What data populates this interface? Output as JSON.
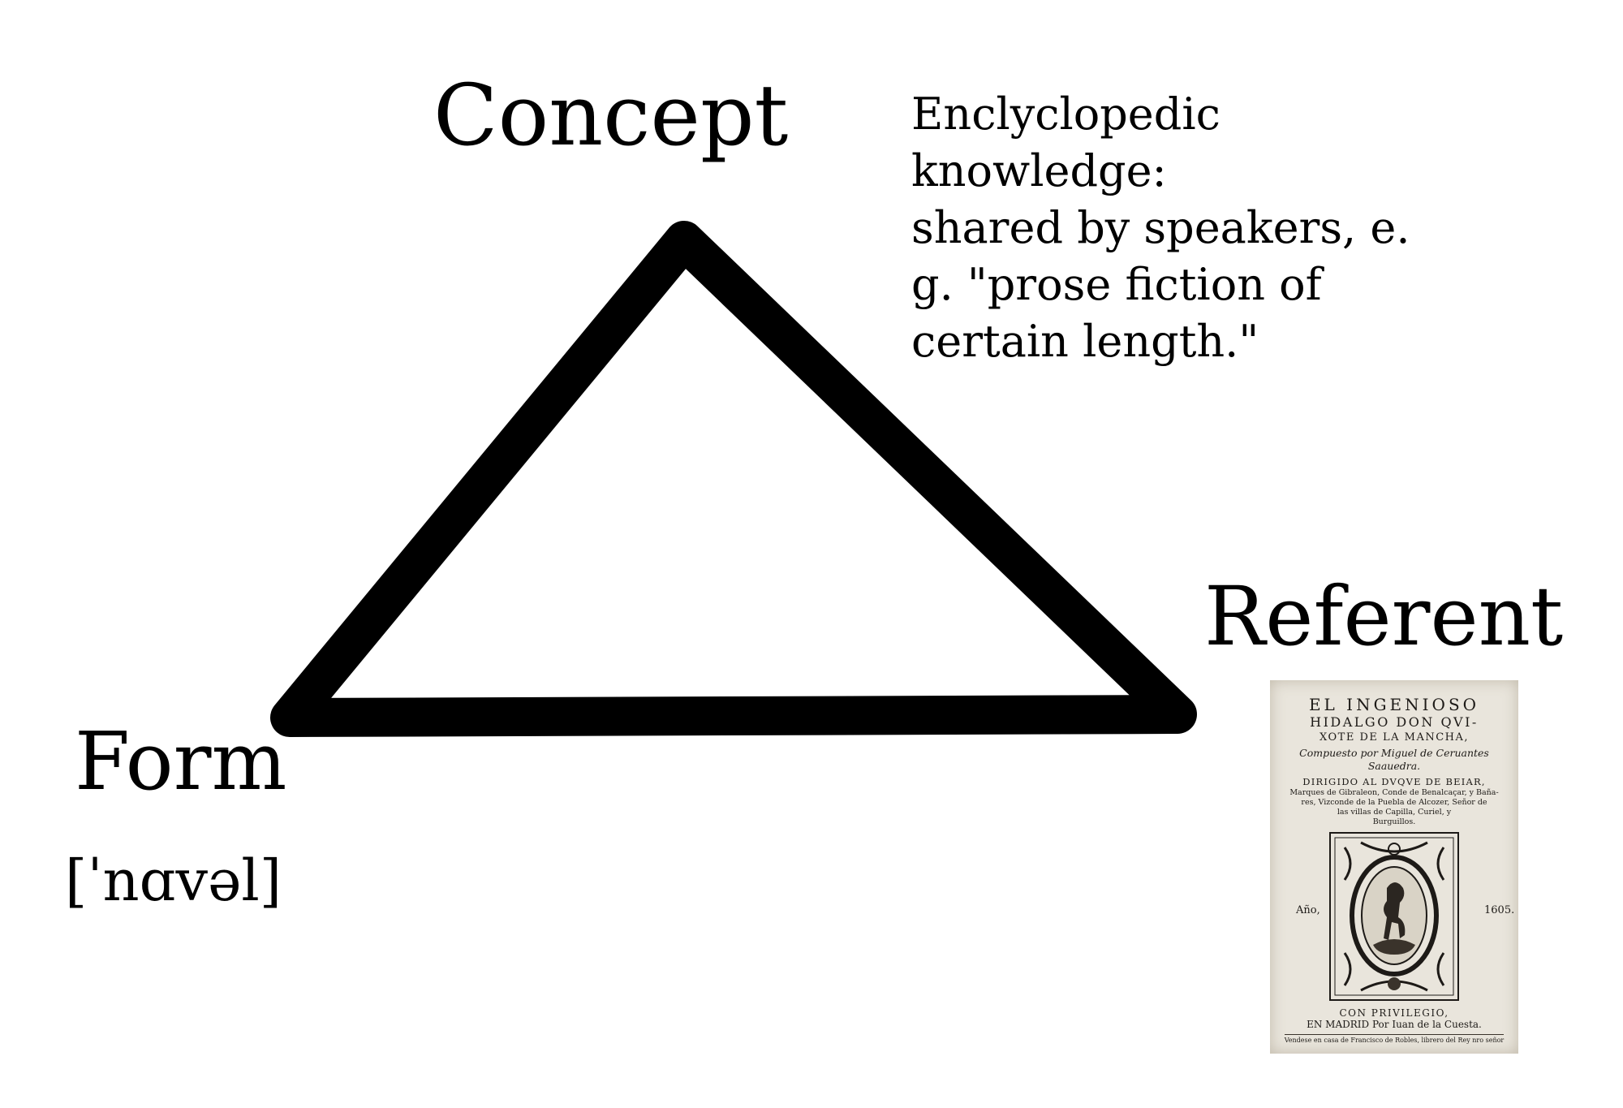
{
  "diagram": {
    "nodes": {
      "concept": "Concept",
      "referent": "Referent",
      "form": "Form",
      "form_ipa": "[ˈnɑvəl]"
    },
    "encyclopedic_note": {
      "lines": [
        "Enclyclopedic",
        "knowledge:",
        "shared by speakers, e.",
        "g. \"prose fiction of",
        "certain length.\""
      ]
    },
    "triangle_color": "#000000"
  },
  "book_title_page": {
    "title_lines": [
      "EL INGENIOSO",
      "HIDALGO DON QVI-",
      "XOTE DE LA MANCHA,"
    ],
    "author_lines": [
      "Compuesto por Miguel de Ceruantes",
      "Saauedra."
    ],
    "dedication_lines": [
      "DIRIGIDO AL DVQVE DE BEIAR,",
      "Marques de Gibraleon, Conde de Benalcaçar, y Baña-",
      "res, Vizconde de la Puebla de Alcozer, Señor de",
      "las villas de Capilla, Curiel, y",
      "Burguillos."
    ],
    "year_left": "Año,",
    "year_right": "1605.",
    "privilege": "CON PRIVILEGIO,",
    "imprint": "EN MADRID Por Iuan de la Cuesta.",
    "seller": "Vendese en casa de Francisco de Robles, librero del Rey nro señor",
    "paper_color": "#e9e5dc",
    "ink_color": "#1d1a17"
  }
}
